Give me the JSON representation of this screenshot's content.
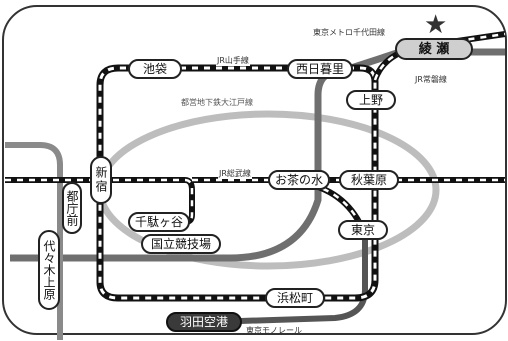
{
  "stations": {
    "ikebukuro": "池袋",
    "nishinippori": "西日暮里",
    "ayase": "綾 瀬",
    "ueno": "上野",
    "shinjuku": "新宿",
    "tochomae": "都庁前",
    "yoyogi_uehara": "代々木上原",
    "ochanomizu": "お茶の水",
    "akihabara": "秋葉原",
    "sendagaya": "千駄ヶ谷",
    "kokuritsu": "国立競技場",
    "tokyo": "東京",
    "hamamatsucho": "浜松町",
    "haneda": "羽田空港"
  },
  "lines": {
    "yamanote": "JR山手線",
    "chiyoda": "東京メトロ千代田線",
    "joban": "JR常磐線",
    "oedo": "都営地下鉄大江戸線",
    "sobu": "JR総武線",
    "monorail": "東京モノレール"
  },
  "destination_icon": "star-icon",
  "colors": {
    "yamanote_line": "#111111",
    "oedo_loop": "#b9b9b9",
    "chiyoda_line": "#6f6f6f",
    "monorail_line": "#555555",
    "frame": "#333333"
  }
}
